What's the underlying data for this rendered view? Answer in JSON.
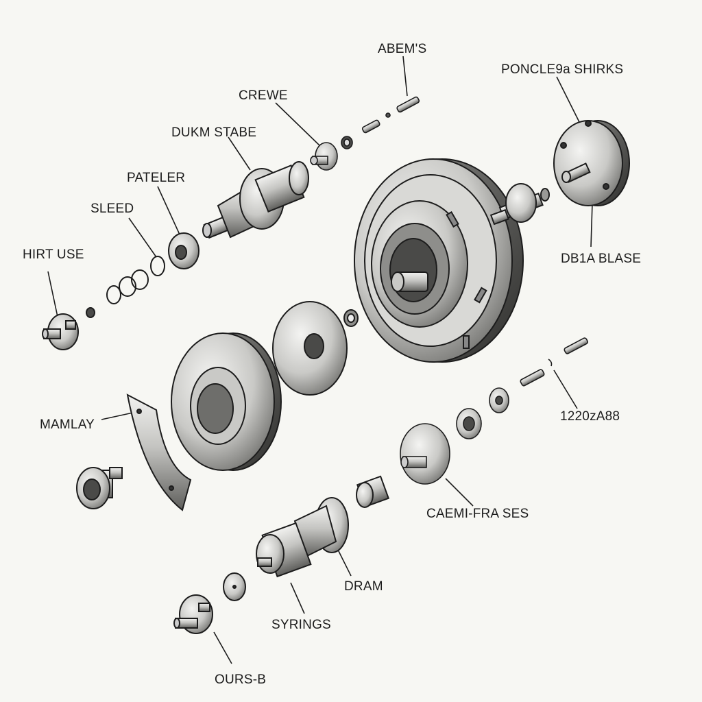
{
  "diagram": {
    "labels": {
      "abems": "ABEM'S",
      "poncle_shirks": "PONCLE9a SHIRKS",
      "crewe": "CREWE",
      "dukm_stabe": "DUKM STABE",
      "pateler": "PATELER",
      "sleed": "SLEED",
      "hirt_use": "HIRT USE",
      "db1a_blase": "DB1A BLASE",
      "mamlay": "MAMLAY",
      "code": "1220zA88",
      "caemi": "CAEMI-FRA SES",
      "dram": "DRAM",
      "syrings": "SYRINGS",
      "ours_b": "OURS-B"
    },
    "colors": {
      "background": "#f7f7f3",
      "ink": "#1c1c1c",
      "metal_light": "#e6e6e3",
      "metal_mid": "#a9a9a6",
      "metal_dark": "#4a4a48"
    }
  }
}
